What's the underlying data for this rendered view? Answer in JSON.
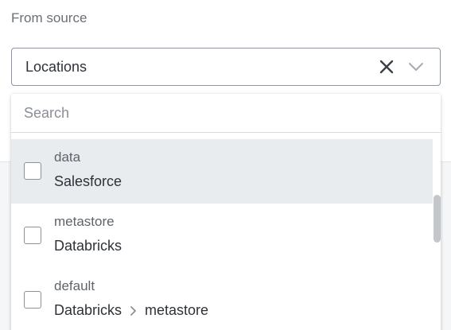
{
  "field": {
    "label": "From source",
    "value": "Locations"
  },
  "icons": {
    "clear": "close-icon",
    "open": "chevron-down-icon",
    "path_separator": "chevron-right-icon"
  },
  "dropdown": {
    "search_placeholder": "Search",
    "options": [
      {
        "title": "data",
        "path": [
          "Salesforce"
        ],
        "checked": false,
        "hovered": true
      },
      {
        "title": "metastore",
        "path": [
          "Databricks"
        ],
        "checked": false,
        "hovered": false
      },
      {
        "title": "default",
        "path": [
          "Databricks",
          "metastore"
        ],
        "checked": false,
        "hovered": false
      }
    ]
  },
  "colors": {
    "hover_bg": "#e8ecef",
    "border": "#8c97a5",
    "label": "#6b6f76"
  }
}
